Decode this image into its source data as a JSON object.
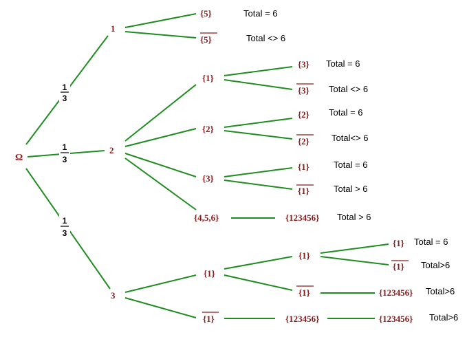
{
  "tree": {
    "root": "Ω",
    "first_level": [
      {
        "label": "1",
        "prob_num": "1",
        "prob_den": "3"
      },
      {
        "label": "2",
        "prob_num": "1",
        "prob_den": "3"
      },
      {
        "label": "3",
        "prob_num": "1",
        "prob_den": "3"
      }
    ],
    "branch1": {
      "a": {
        "label": "{5}",
        "total": "Total = 6"
      },
      "b": {
        "label": "{5}",
        "total": "Total <> 6"
      }
    },
    "branch2": {
      "n1": {
        "label": "{1}",
        "a": {
          "label": "{3}",
          "total": "Total = 6"
        },
        "b": {
          "label": "{3}",
          "total": "Total <> 6"
        }
      },
      "n2": {
        "label": "{2}",
        "a": {
          "label": "{2}",
          "total": "Total = 6"
        },
        "b": {
          "label": "{2}",
          "total": "Total<> 6"
        }
      },
      "n3": {
        "label": "{3}",
        "a": {
          "label": "{1}",
          "total": "Total = 6"
        },
        "b": {
          "label": "{1}",
          "total": "Total > 6"
        }
      },
      "n4": {
        "label": "{4,5,6}",
        "a": {
          "label": "{123456}",
          "total": "Total > 6"
        }
      }
    },
    "branch3": {
      "n1": {
        "label": "{1}",
        "m1": {
          "label": "{1}",
          "a": {
            "label": "{1}",
            "total": "Total = 6"
          },
          "b": {
            "label": "{1}",
            "total": "Total>6"
          }
        },
        "m2": {
          "label": "{1}",
          "a": {
            "label": "{123456}",
            "total": "Total>6"
          }
        }
      },
      "n2": {
        "label": "{1}",
        "a": {
          "label": "{123456}",
          "a": {
            "label": "{123456}",
            "total": "Total>6"
          }
        }
      }
    }
  }
}
